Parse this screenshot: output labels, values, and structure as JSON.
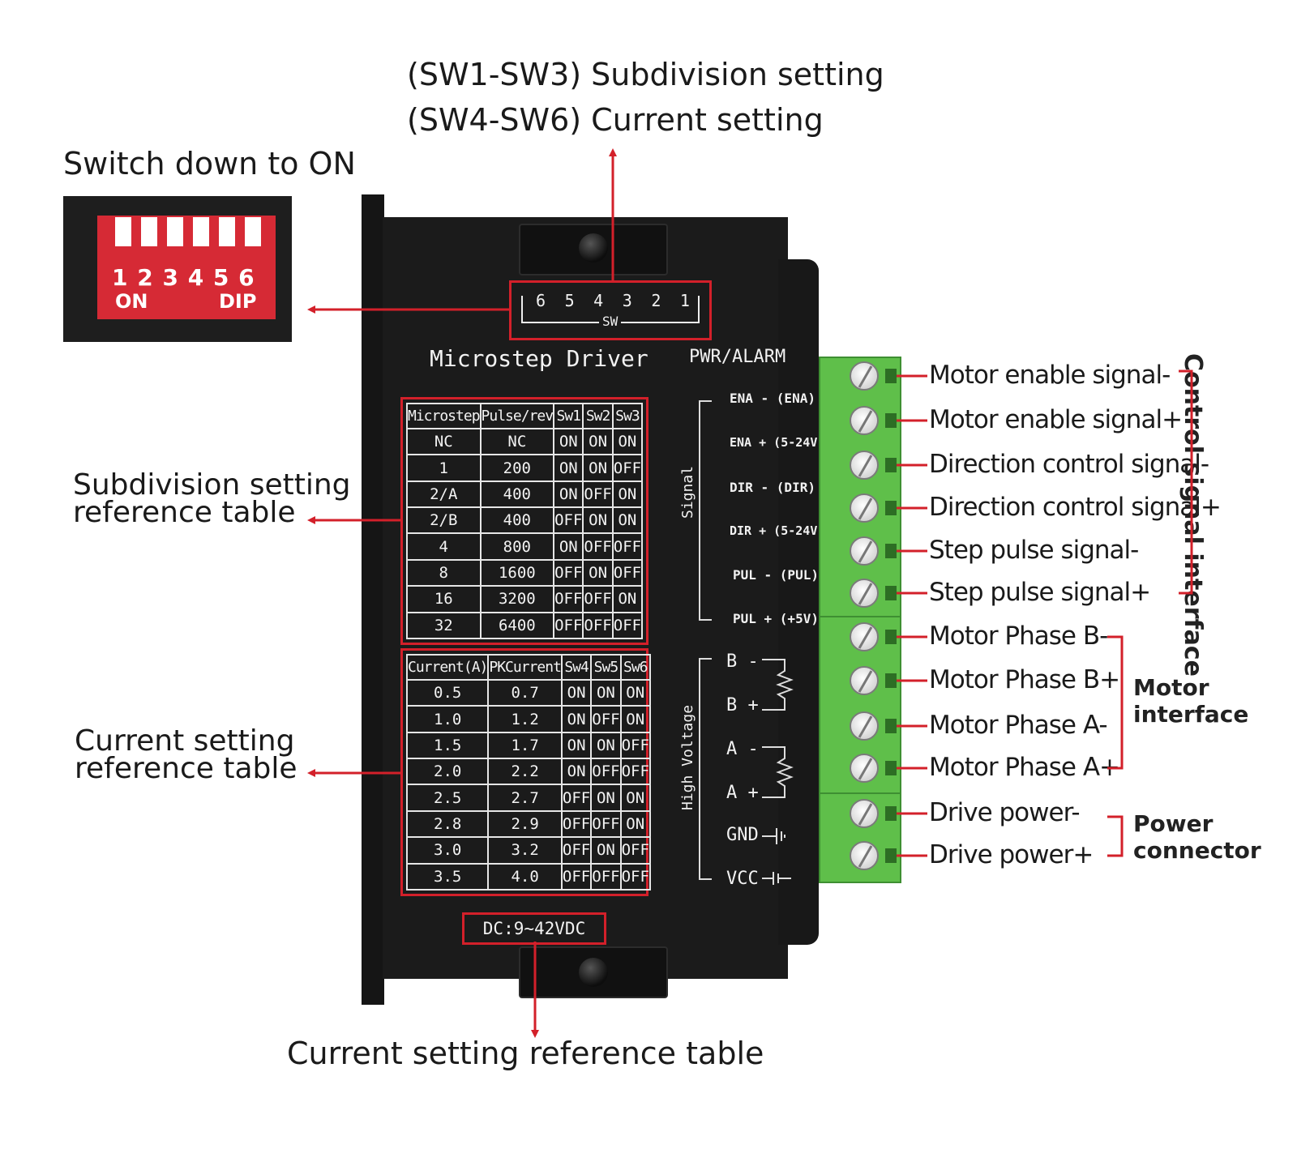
{
  "callouts": {
    "top_line1": "(SW1-SW3) Subdivision setting",
    "top_line2": "(SW4-SW6) Current setting",
    "switch_down": "Switch down to ON",
    "subdivision_ref_1": "Subdivision setting",
    "subdivision_ref_2": "reference table",
    "current_ref_1": "Current setting",
    "current_ref_2": "reference table",
    "bottom": "Current setting reference table"
  },
  "dip": {
    "numbers": "1 2 3 4 5 6",
    "on_label": "ON",
    "dip_label": "DIP"
  },
  "panel": {
    "switch_numbers": [
      "6",
      "5",
      "4",
      "3",
      "2",
      "1"
    ],
    "sw_label": "SW",
    "title": "Microstep Driver",
    "pwr_alarm": "PWR/ALARM",
    "signal_label": "Signal",
    "high_voltage_label": "High Voltage",
    "voltage": "DC:9~42VDC",
    "pins": [
      "ENA - (ENA)",
      "ENA + (5-24V)",
      "DIR - (DIR)",
      "DIR + (5-24V)",
      "PUL - (PUL)",
      "PUL + (+5V)"
    ],
    "hv_pins": [
      "B -",
      "B +",
      "A -",
      "A +",
      "GND",
      "VCC"
    ]
  },
  "microstep_table": {
    "headers": [
      "Microstep",
      "Pulse/rev",
      "Sw1",
      "Sw2",
      "Sw3"
    ],
    "rows": [
      [
        "NC",
        "NC",
        "ON",
        "ON",
        "ON"
      ],
      [
        "1",
        "200",
        "ON",
        "ON",
        "OFF"
      ],
      [
        "2/A",
        "400",
        "ON",
        "OFF",
        "ON"
      ],
      [
        "2/B",
        "400",
        "OFF",
        "ON",
        "ON"
      ],
      [
        "4",
        "800",
        "ON",
        "OFF",
        "OFF"
      ],
      [
        "8",
        "1600",
        "OFF",
        "ON",
        "OFF"
      ],
      [
        "16",
        "3200",
        "OFF",
        "OFF",
        "ON"
      ],
      [
        "32",
        "6400",
        "OFF",
        "OFF",
        "OFF"
      ]
    ]
  },
  "current_table": {
    "headers": [
      "Current(A)",
      "PKCurrent",
      "Sw4",
      "Sw5",
      "Sw6"
    ],
    "rows": [
      [
        "0.5",
        "0.7",
        "ON",
        "ON",
        "ON"
      ],
      [
        "1.0",
        "1.2",
        "ON",
        "OFF",
        "ON"
      ],
      [
        "1.5",
        "1.7",
        "ON",
        "ON",
        "OFF"
      ],
      [
        "2.0",
        "2.2",
        "ON",
        "OFF",
        "OFF"
      ],
      [
        "2.5",
        "2.7",
        "OFF",
        "ON",
        "ON"
      ],
      [
        "2.8",
        "2.9",
        "OFF",
        "OFF",
        "ON"
      ],
      [
        "3.0",
        "3.2",
        "OFF",
        "ON",
        "OFF"
      ],
      [
        "3.5",
        "4.0",
        "OFF",
        "OFF",
        "OFF"
      ]
    ]
  },
  "terminals": [
    "Motor enable signal-",
    "Motor enable signal+",
    "Direction control signal-",
    "Direction control signal+",
    "Step pulse signal-",
    "Step pulse signal+",
    "Motor Phase B-",
    "Motor Phase B+",
    "Motor Phase A-",
    "Motor Phase A+",
    "Drive power-",
    "Drive power+"
  ],
  "groups": {
    "control": "Control signal interface",
    "motor_1": "Motor",
    "motor_2": "interface",
    "power_1": "Power",
    "power_2": "connector"
  },
  "colors": {
    "accent_red": "#d3202a",
    "terminal_green": "#5fbf4a",
    "panel_black": "#1b1b1b"
  }
}
